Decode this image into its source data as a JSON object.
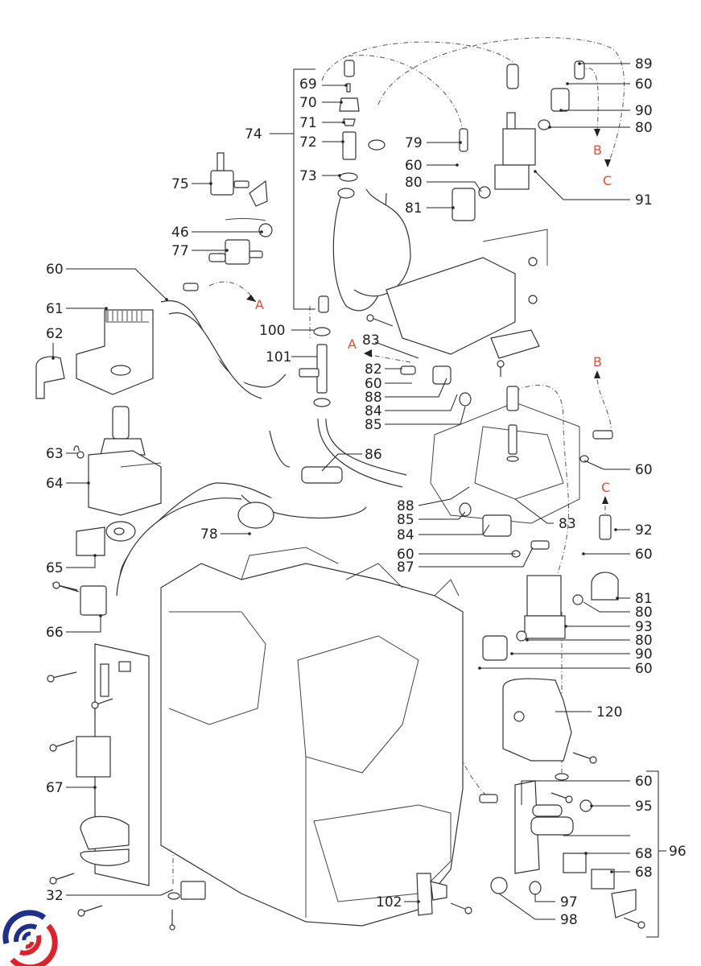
{
  "diagram": {
    "title": "Exploded parts diagram",
    "callouts": [
      {
        "id": "c69",
        "label": "69"
      },
      {
        "id": "c70",
        "label": "70"
      },
      {
        "id": "c71",
        "label": "71"
      },
      {
        "id": "c72",
        "label": "72"
      },
      {
        "id": "c73",
        "label": "73"
      },
      {
        "id": "c74",
        "label": "74"
      },
      {
        "id": "c75",
        "label": "75"
      },
      {
        "id": "c46",
        "label": "46"
      },
      {
        "id": "c77",
        "label": "77"
      },
      {
        "id": "c60a",
        "label": "60"
      },
      {
        "id": "c61",
        "label": "61"
      },
      {
        "id": "c62",
        "label": "62"
      },
      {
        "id": "c63",
        "label": "63"
      },
      {
        "id": "c64",
        "label": "64"
      },
      {
        "id": "c65",
        "label": "65"
      },
      {
        "id": "c66",
        "label": "66"
      },
      {
        "id": "c67",
        "label": "67"
      },
      {
        "id": "c32",
        "label": "32"
      },
      {
        "id": "c78",
        "label": "78"
      },
      {
        "id": "c100",
        "label": "100"
      },
      {
        "id": "c101",
        "label": "101"
      },
      {
        "id": "c86",
        "label": "86"
      },
      {
        "id": "c83a",
        "label": "83"
      },
      {
        "id": "c82",
        "label": "82"
      },
      {
        "id": "c60b",
        "label": "60"
      },
      {
        "id": "c88a",
        "label": "88"
      },
      {
        "id": "c84a",
        "label": "84"
      },
      {
        "id": "c85a",
        "label": "85"
      },
      {
        "id": "c79",
        "label": "79"
      },
      {
        "id": "c60c",
        "label": "60"
      },
      {
        "id": "c80a",
        "label": "80"
      },
      {
        "id": "c81a",
        "label": "81"
      },
      {
        "id": "c89",
        "label": "89"
      },
      {
        "id": "c60d",
        "label": "60"
      },
      {
        "id": "c90a",
        "label": "90"
      },
      {
        "id": "c80b",
        "label": "80"
      },
      {
        "id": "c91",
        "label": "91"
      },
      {
        "id": "c60e",
        "label": "60"
      },
      {
        "id": "c88b",
        "label": "88"
      },
      {
        "id": "c85b",
        "label": "85"
      },
      {
        "id": "c84b",
        "label": "84"
      },
      {
        "id": "c60f",
        "label": "60"
      },
      {
        "id": "c87",
        "label": "87"
      },
      {
        "id": "c83b",
        "label": "83"
      },
      {
        "id": "c92",
        "label": "92"
      },
      {
        "id": "c60g",
        "label": "60"
      },
      {
        "id": "c81b",
        "label": "81"
      },
      {
        "id": "c80c",
        "label": "80"
      },
      {
        "id": "c93",
        "label": "93"
      },
      {
        "id": "c80d",
        "label": "80"
      },
      {
        "id": "c90b",
        "label": "90"
      },
      {
        "id": "c60h",
        "label": "60"
      },
      {
        "id": "c120",
        "label": "120"
      },
      {
        "id": "c60i",
        "label": "60"
      },
      {
        "id": "c95",
        "label": "95"
      },
      {
        "id": "c96",
        "label": "96"
      },
      {
        "id": "c68a",
        "label": "68"
      },
      {
        "id": "c68b",
        "label": "68"
      },
      {
        "id": "c97",
        "label": "97"
      },
      {
        "id": "c98",
        "label": "98"
      },
      {
        "id": "c102",
        "label": "102"
      }
    ],
    "connection_refs": [
      {
        "id": "refA1",
        "label": "A"
      },
      {
        "id": "refA2",
        "label": "A"
      },
      {
        "id": "refB1",
        "label": "B"
      },
      {
        "id": "refB2",
        "label": "B"
      },
      {
        "id": "refC1",
        "label": "C"
      },
      {
        "id": "refC2",
        "label": "C"
      }
    ],
    "colors": {
      "line": "#222222",
      "reference_letter": "#d9533b",
      "logo_blue": "#1f2f8c",
      "logo_red": "#e0202a"
    }
  },
  "logo": {
    "icon": "brand-swirl-logo"
  }
}
